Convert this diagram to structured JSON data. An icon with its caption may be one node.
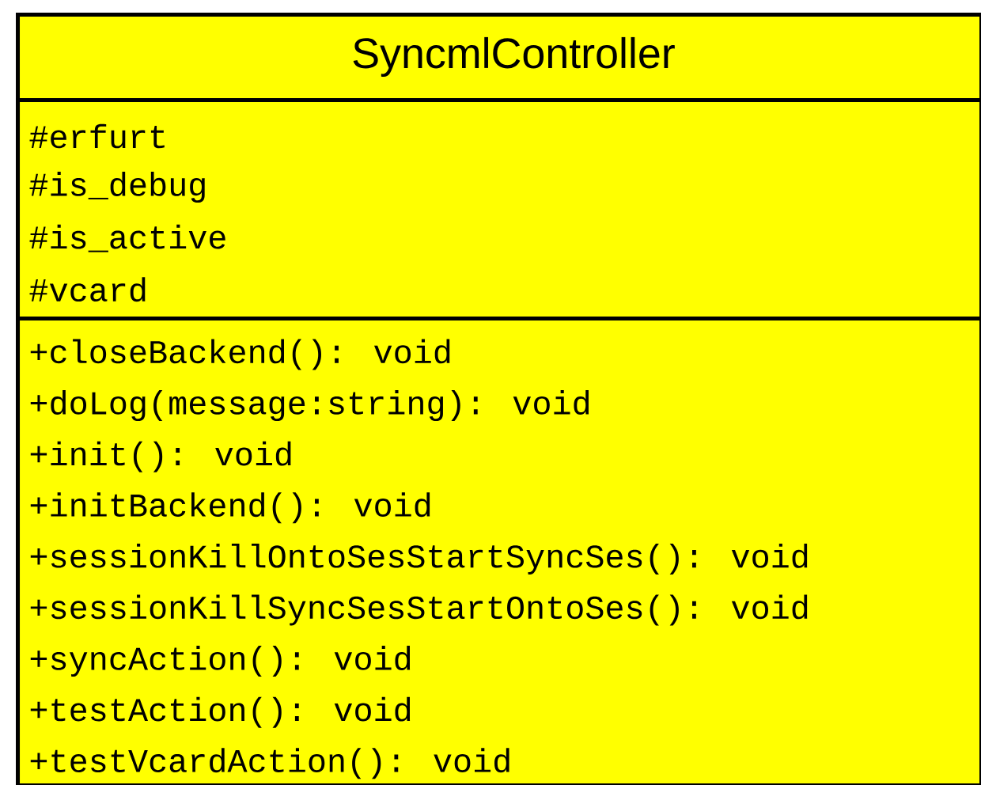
{
  "diagram": {
    "nodes": [
      {
        "text": [
          "SyncmlController"
        ]
      },
      {
        "text": [
          "#erfurt",
          "#is_debug",
          "#is_active",
          "#vcard"
        ],
        "in": 0
      },
      {
        "text": [
          "+closeBackend(): void",
          "+doLog(message:string): void",
          "+init(): void",
          "+initBackend(): void",
          "+sessionKillOntoSesStartSyncSes(): void",
          "+sessionKillSyncSesStartOntoSes(): void",
          "+syncAction(): void",
          "+testAction(): void",
          "+testVcardAction(): void"
        ],
        "in": 0
      }
    ]
  }
}
